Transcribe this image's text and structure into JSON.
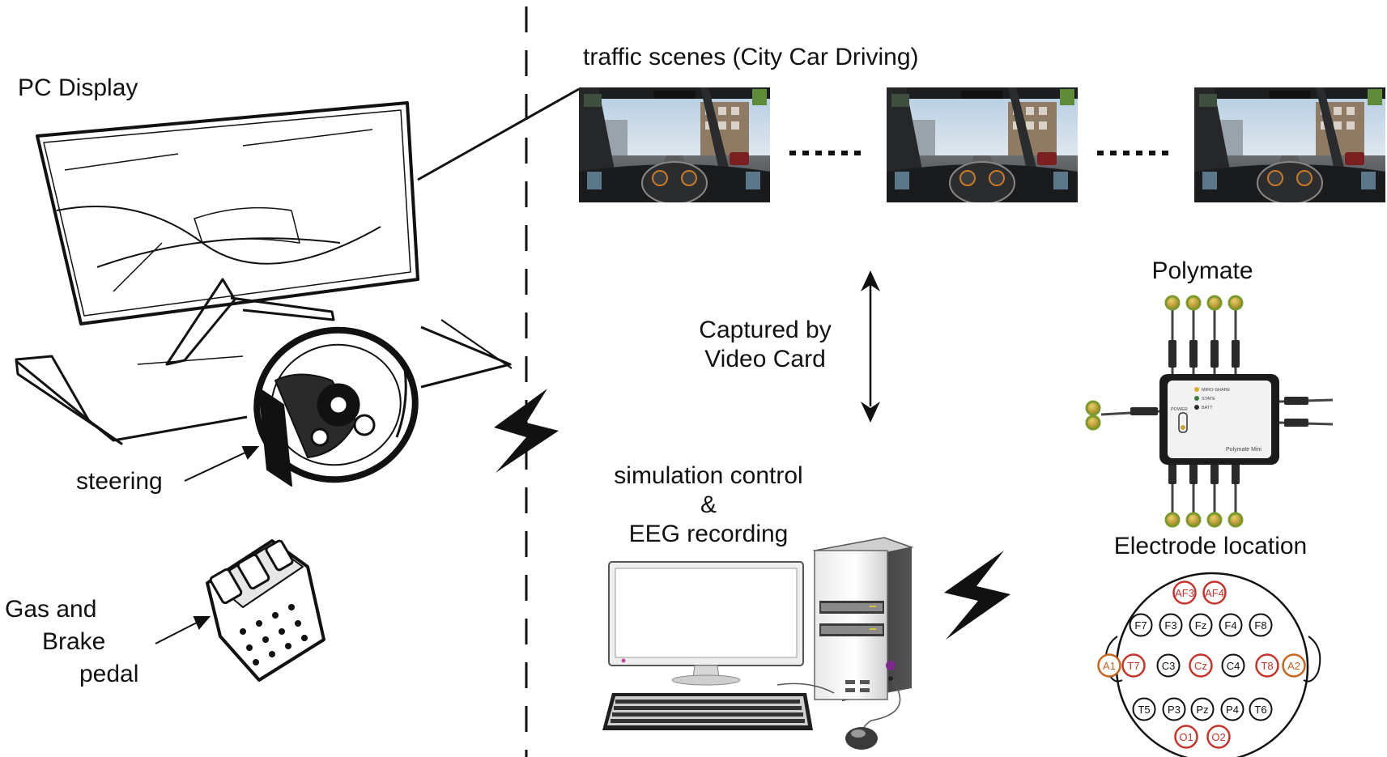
{
  "labels": {
    "pc_display": "PC Display",
    "steering": "steering",
    "pedal_line1": "Gas and",
    "pedal_line2": "Brake",
    "pedal_line3": "pedal",
    "traffic_scenes": "traffic scenes (City Car Driving)",
    "captured_line1": "Captured by",
    "captured_line2": "Video Card",
    "sim_line1": "simulation control",
    "sim_line2": "&",
    "sim_line3": "EEG recording",
    "polymate": "Polymate",
    "electrode_location": "Electrode location"
  },
  "polymate_device": {
    "model": "Polymate Mini",
    "leds": [
      "MIRO-SHARE",
      "STATE",
      "BATT"
    ],
    "power": "POWER"
  },
  "electrodes": {
    "row1": [
      "AF3",
      "AF4"
    ],
    "row2": [
      "F7",
      "F3",
      "Fz",
      "F4",
      "F8"
    ],
    "row3": [
      "A1",
      "T7",
      "C3",
      "Cz",
      "C4",
      "T8",
      "A2"
    ],
    "row4": [
      "T5",
      "P3",
      "Pz",
      "P4",
      "T6"
    ],
    "row5": [
      "O1",
      "O2"
    ],
    "highlighted": [
      "AF3",
      "AF4",
      "T7",
      "Cz",
      "T8",
      "O1",
      "O2"
    ],
    "reference": [
      "A1",
      "A2"
    ]
  },
  "colors": {
    "highlight": "#c8342c",
    "reference": "#c8641c",
    "ink": "#111111",
    "electrode_green": "#7a9a2a",
    "electrode_gold": "#c9a23a",
    "sky": "#a9c4dc"
  },
  "icons": {
    "wireless": "lightning-bolt-icon",
    "bidirectional": "double-arrow-icon"
  }
}
